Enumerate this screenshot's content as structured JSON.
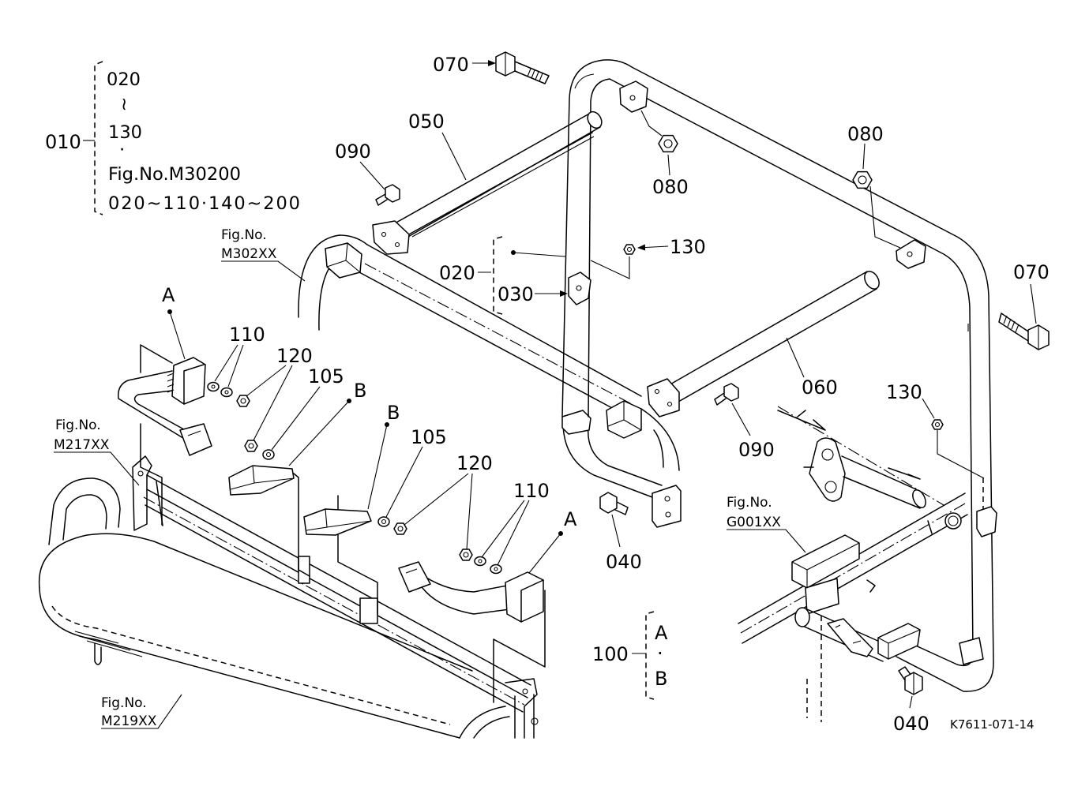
{
  "legend": {
    "group_label": "010",
    "range_start": "020",
    "range_symbol": "~",
    "range_end": "130",
    "separator": "·",
    "fig_ref": "Fig.No.M30200",
    "fig_range": "020~110·140~200"
  },
  "callouts": {
    "bolt_070_top": "070",
    "bar_050": "050",
    "bolt_090_top": "090",
    "nut_080_top": "080",
    "nut_080_right": "080",
    "bolt_070_right": "070",
    "bar_060": "060",
    "bolt_090_lower": "090",
    "nut_130_center": "130",
    "nut_130_right": "130",
    "part_020": "020",
    "part_030": "030",
    "retractor_a_left": "A",
    "washer_110_left": "110",
    "nut_120_left": "120",
    "washer_105_left": "105",
    "buckle_b_left": "B",
    "buckle_b_right": "B",
    "washer_105_right": "105",
    "nut_120_right": "120",
    "washer_110_right": "110",
    "retractor_a_right": "A",
    "bolt_040_upper": "040",
    "bolt_040_lower": "040"
  },
  "assembly_100": {
    "label": "100",
    "item_a": "A",
    "separator": "·",
    "item_b": "B"
  },
  "figure_refs": [
    {
      "line1": "Fig.No.",
      "line2": "M302XX"
    },
    {
      "line1": "Fig.No.",
      "line2": "M217XX"
    },
    {
      "line1": "Fig.No.",
      "line2": "G001XX"
    },
    {
      "line1": "Fig.No.",
      "line2": "M219XX"
    }
  ],
  "drawing_id": "K7611-071-14"
}
